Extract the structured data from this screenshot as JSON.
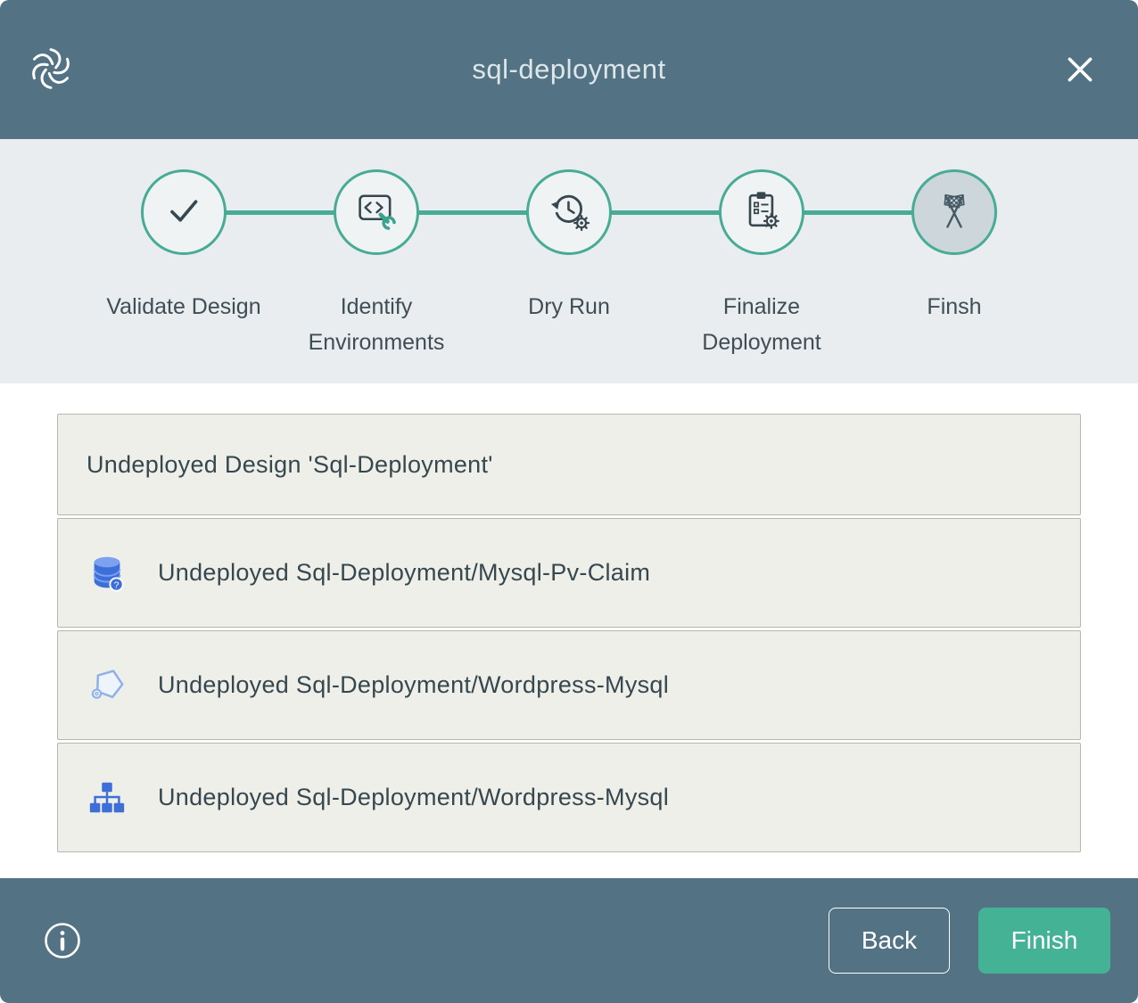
{
  "window": {
    "title": "sql-deployment"
  },
  "header": {
    "logo_icon": "nirmata-swirl-logo",
    "close_icon": "close-x"
  },
  "stepper": {
    "steps": [
      {
        "label": "Validate Design",
        "icon": "check-icon",
        "state": "complete"
      },
      {
        "label": "Identify Environments",
        "icon": "code-window-wrench-icon",
        "state": "complete"
      },
      {
        "label": "Dry Run",
        "icon": "history-gear-icon",
        "state": "complete"
      },
      {
        "label": "Finalize Deployment",
        "icon": "clipboard-gear-icon",
        "state": "complete"
      },
      {
        "label": "Finsh",
        "icon": "checkered-flags-icon",
        "state": "current"
      }
    ]
  },
  "results": {
    "rows": [
      {
        "icon": "",
        "text": "Undeployed Design 'Sql-Deployment'"
      },
      {
        "icon": "database-icon",
        "text": "Undeployed Sql-Deployment/Mysql-Pv-Claim"
      },
      {
        "icon": "pentagon-app-icon",
        "text": "Undeployed Sql-Deployment/Wordpress-Mysql"
      },
      {
        "icon": "service-tree-icon",
        "text": "Undeployed Sql-Deployment/Wordpress-Mysql"
      }
    ]
  },
  "footer": {
    "info_icon": "info-circle",
    "back_label": "Back",
    "finish_label": "Finish"
  },
  "colors": {
    "header_bg": "#537384",
    "stepper_bg": "#e9edef",
    "accent_teal": "#47ab96",
    "current_step_fill": "#ccd6db",
    "row_bg": "#edefe8",
    "finish_button_bg": "#43b295",
    "text_dark": "#37474f",
    "icon_blue": "#3e6fd9"
  }
}
